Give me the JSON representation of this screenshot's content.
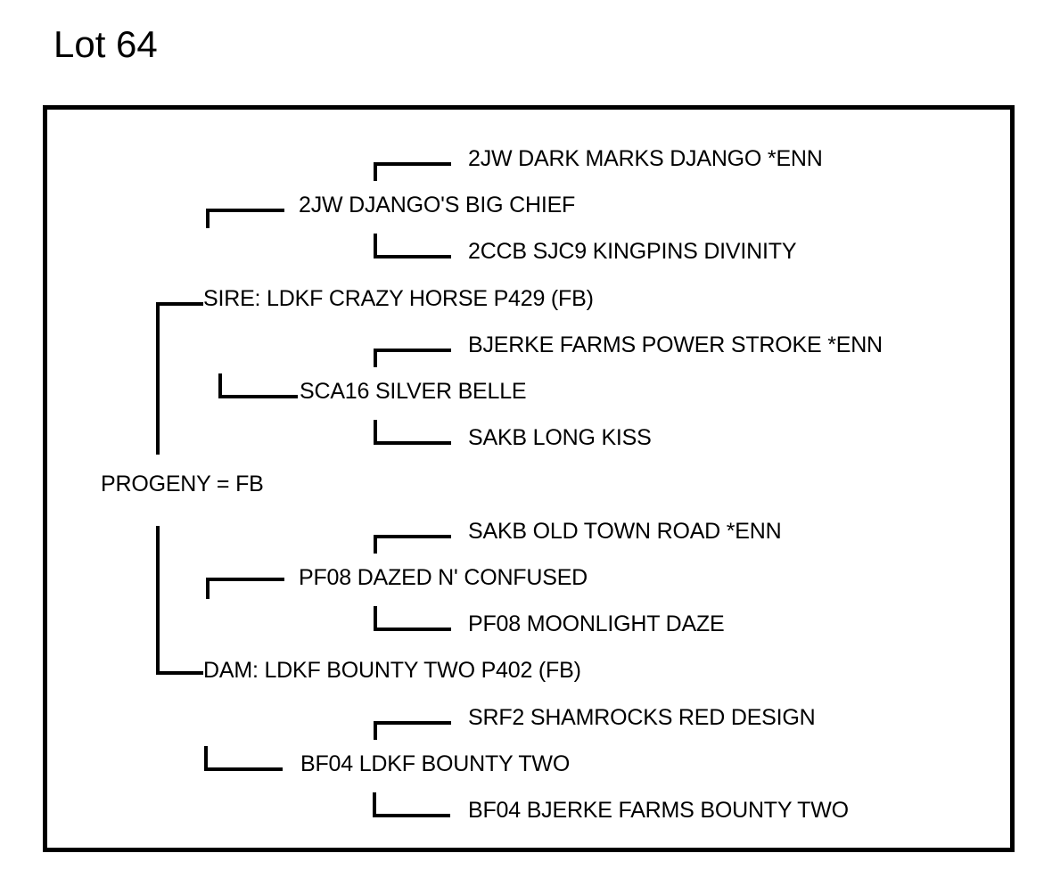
{
  "title": "Lot 64",
  "colors": {
    "ink": "#000000",
    "background": "#ffffff"
  },
  "pedigree": {
    "progeny_label": "PROGENY = FB",
    "sire": {
      "label": "SIRE: LDKF CRAZY HORSE P429 (FB)",
      "sire": {
        "label": "2JW DJANGO'S BIG CHIEF",
        "sire": {
          "label": "2JW DARK MARKS DJANGO *ENN"
        },
        "dam": {
          "label": "2CCB SJC9 KINGPINS DIVINITY"
        }
      },
      "dam": {
        "label": "SCA16 SILVER BELLE",
        "sire": {
          "label": "BJERKE FARMS POWER STROKE *ENN"
        },
        "dam": {
          "label": "SAKB LONG KISS"
        }
      }
    },
    "dam": {
      "label": "DAM: LDKF BOUNTY TWO P402 (FB)",
      "sire": {
        "label": "PF08 DAZED N' CONFUSED",
        "sire": {
          "label": "SAKB OLD TOWN ROAD *ENN"
        },
        "dam": {
          "label": "PF08 MOONLIGHT DAZE"
        }
      },
      "dam": {
        "label": "BF04 LDKF BOUNTY TWO",
        "sire": {
          "label": "SRF2 SHAMROCKS RED DESIGN"
        },
        "dam": {
          "label": "BF04 BJERKE FARMS BOUNTY TWO"
        }
      }
    }
  }
}
